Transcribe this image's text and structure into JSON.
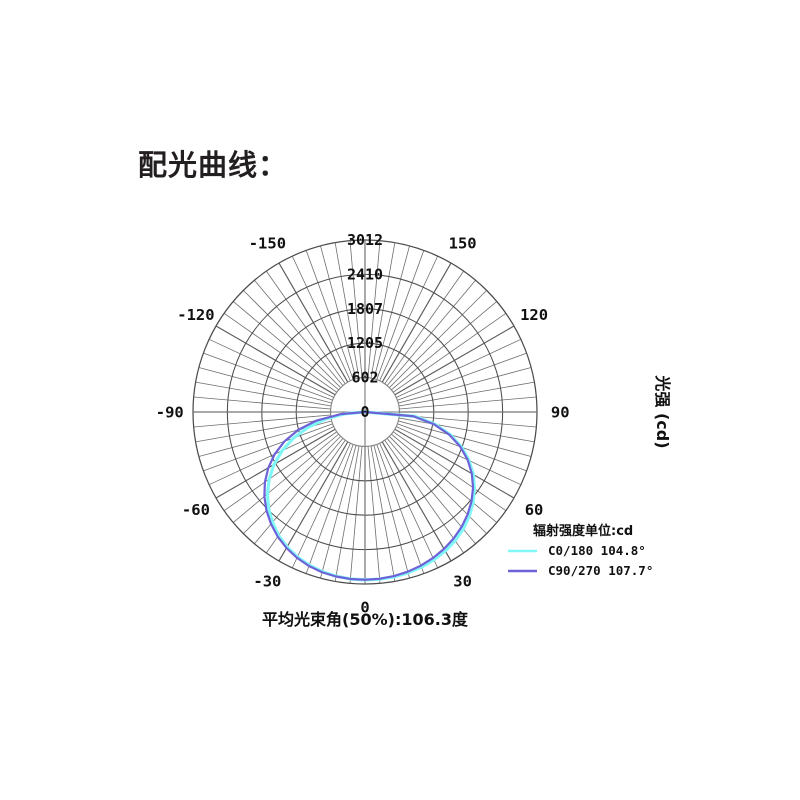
{
  "page": {
    "title": "配光曲线："
  },
  "chart_data": {
    "type": "line",
    "subtype": "polar-intensity-distribution",
    "title": "配光曲线：",
    "ylabel": "光强 (cd)",
    "caption": "平均光束角(50%):106.3度",
    "center_label": "0",
    "legend": {
      "title": "辐射强度单位:cd",
      "position": "bottom-right",
      "entries": [
        {
          "label": "C0/180 104.8°",
          "color": "#7FF7F7",
          "name": "C0/180",
          "beam_angle": 104.8
        },
        {
          "label": "C90/270 107.7°",
          "color": "#6E62D8",
          "name": "C90/270",
          "beam_angle": 107.7
        }
      ]
    },
    "radial_ticks": [
      "0",
      "602",
      "1205",
      "1807",
      "2410",
      "3012"
    ],
    "radial_values": [
      0,
      602,
      1205,
      1807,
      2410,
      3012
    ],
    "rlim": [
      0,
      3012
    ],
    "angle_ticks_left": [
      "-150",
      "-120",
      "-90",
      "-60",
      "-30"
    ],
    "angle_ticks_right": [
      "150",
      "120",
      "90",
      "60",
      "30"
    ],
    "angle_ticks_bottom": [
      "0"
    ],
    "angle_values": [
      -150,
      -120,
      -90,
      -60,
      -30,
      0,
      30,
      60,
      90,
      120,
      150
    ],
    "grid": true,
    "spoke_step_deg": 5,
    "major_spoke_step_deg": 30,
    "angles": [
      -90,
      -85,
      -80,
      -75,
      -70,
      -65,
      -60,
      -55,
      -50,
      -45,
      -40,
      -35,
      -30,
      -25,
      -20,
      -15,
      -10,
      -5,
      0,
      5,
      10,
      15,
      20,
      25,
      30,
      35,
      40,
      45,
      50,
      55,
      60,
      65,
      70,
      75,
      80,
      85,
      90
    ],
    "series": [
      {
        "name": "C0/180",
        "color": "#7FF7F7",
        "values": [
          0,
          350,
          700,
          1030,
          1330,
          1600,
          1840,
          2050,
          2230,
          2390,
          2520,
          2640,
          2730,
          2800,
          2855,
          2895,
          2920,
          2935,
          2940,
          2938,
          2930,
          2915,
          2890,
          2855,
          2810,
          2750,
          2675,
          2580,
          2470,
          2340,
          2190,
          2010,
          1800,
          1550,
          1250,
          880,
          0
        ]
      },
      {
        "name": "C90/270",
        "color": "#6E62D8",
        "values": [
          0,
          430,
          860,
          1210,
          1500,
          1745,
          1955,
          2140,
          2300,
          2440,
          2560,
          2665,
          2750,
          2818,
          2870,
          2905,
          2925,
          2935,
          2938,
          2932,
          2918,
          2895,
          2862,
          2820,
          2768,
          2705,
          2630,
          2540,
          2435,
          2310,
          2160,
          1985,
          1775,
          1525,
          1220,
          850,
          0
        ]
      }
    ]
  }
}
